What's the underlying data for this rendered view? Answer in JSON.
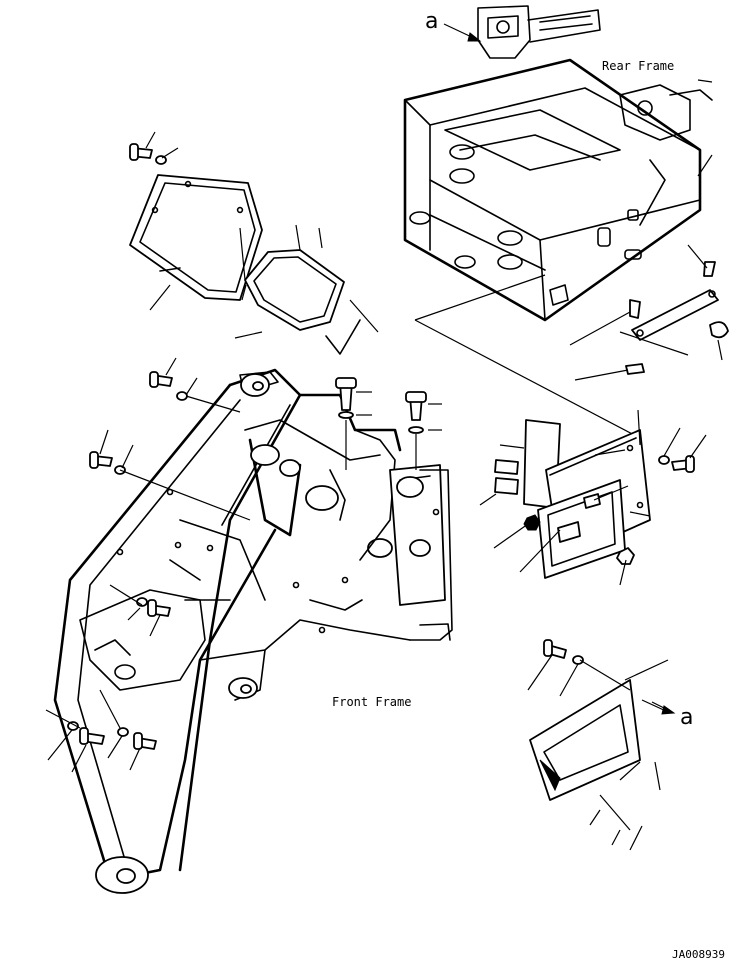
{
  "labels": {
    "rear_frame": "Rear Frame",
    "front_frame": "Front Frame",
    "ref_a_top": "a",
    "ref_a_bottom": "a",
    "drawing_code": "JA008939"
  },
  "colors": {
    "ink": "#000000",
    "paper": "#ffffff"
  }
}
